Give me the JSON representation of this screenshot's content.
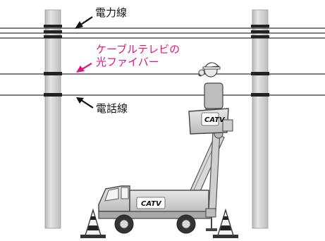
{
  "labels": {
    "power_line": "電力線",
    "fiber_line_1": "ケーブルテレビの",
    "fiber_line_2": "光ファイバー",
    "phone_line": "電話線"
  },
  "logos": {
    "bucket": "CATV",
    "truck": "CATV"
  },
  "colors": {
    "fiber_label": "#e0157f",
    "text": "#111111",
    "pole": "#c8c8c8",
    "truck": "#d8d8d8"
  }
}
